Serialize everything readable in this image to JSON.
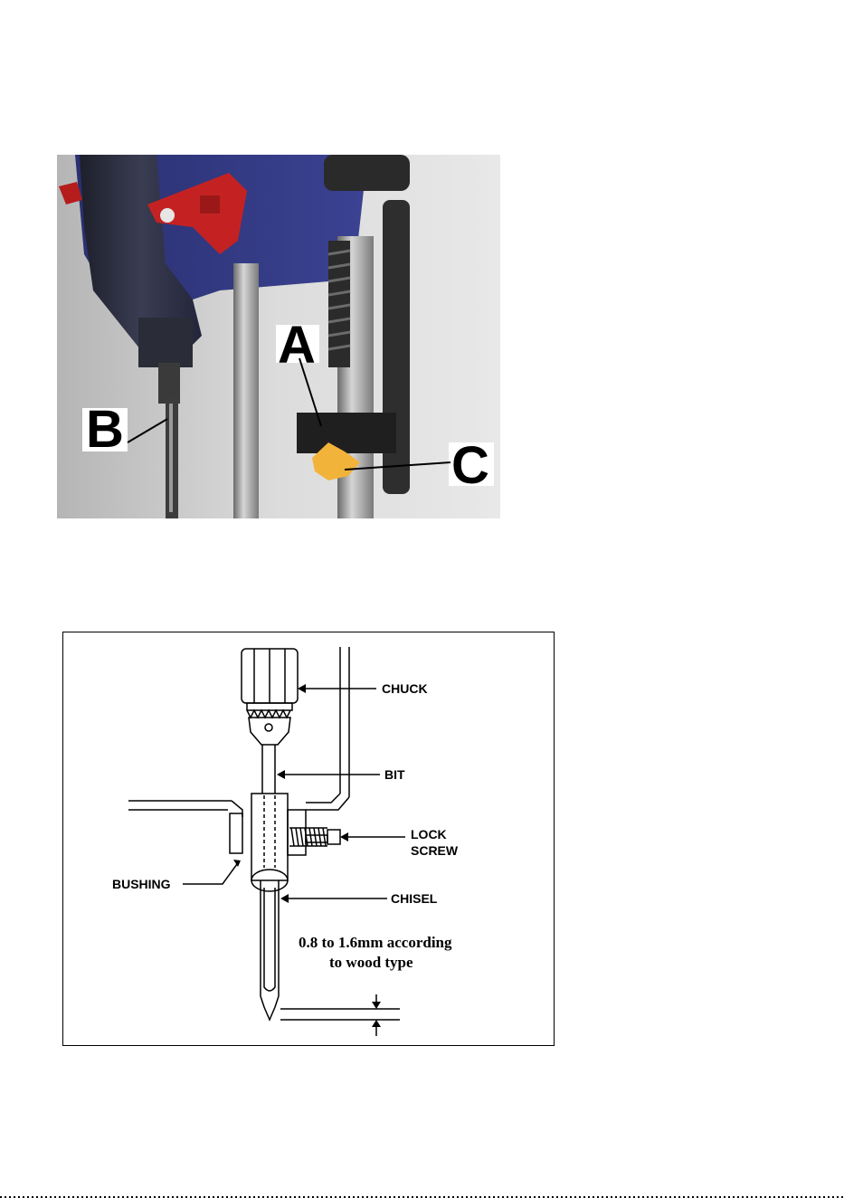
{
  "photo": {
    "labels": {
      "a": "A",
      "b": "B",
      "c": "C"
    }
  },
  "diagram": {
    "labels": {
      "chuck": "CHUCK",
      "bit": "BIT",
      "lock_screw_line1": "LOCK",
      "lock_screw_line2": "SCREW",
      "bushing": "BUSHING",
      "chisel": "CHISEL",
      "note_line1": "0.8 to 1.6mm  according",
      "note_line2": "to   wood   type"
    }
  }
}
